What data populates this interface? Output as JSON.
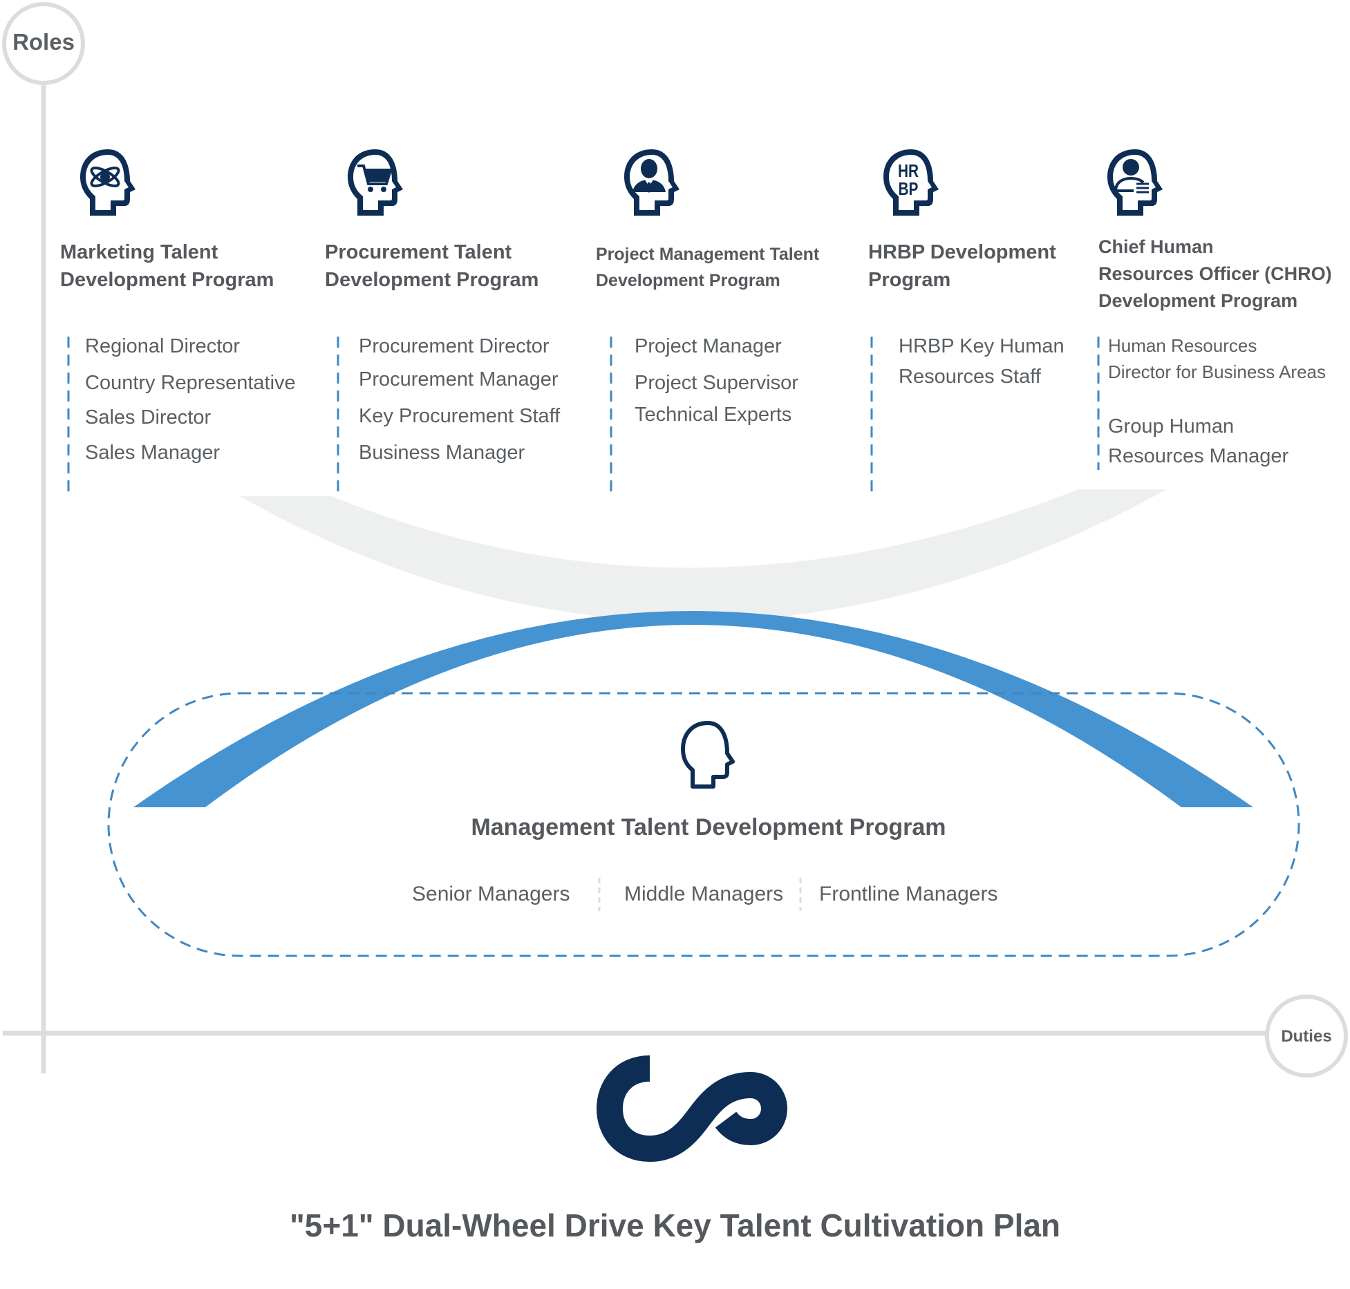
{
  "axes": {
    "roles_label": "Roles",
    "duties_label": "Duties"
  },
  "colors": {
    "navy": "#0e2d54",
    "blue_arc": "#4593d0",
    "dashed_line": "#3f87c4",
    "grey_arc": "#eeefef",
    "axis_grey": "#dcdcdc",
    "text": "#55595d"
  },
  "programs": [
    {
      "icon": "head-atom-icon",
      "title_lines": [
        "Marketing Talent",
        "Development Program"
      ],
      "roles": [
        "Regional Director",
        "Country Representative",
        "Sales Director",
        "Sales Manager"
      ]
    },
    {
      "icon": "head-cart-icon",
      "title_lines": [
        "Procurement Talent",
        "Development Program"
      ],
      "roles": [
        "Procurement Director",
        "Procurement Manager",
        "Key Procurement Staff",
        "Business Manager"
      ]
    },
    {
      "icon": "head-businessman-icon",
      "title_lines": [
        "Project Management Talent",
        "Development Program"
      ],
      "roles": [
        "Project Manager",
        "Project Supervisor",
        "Technical Experts"
      ]
    },
    {
      "icon": "head-hrbp-icon",
      "icon_text": [
        "HR",
        "BP"
      ],
      "title_lines": [
        "HRBP Development",
        "Program"
      ],
      "roles": [
        "HRBP Key Human",
        "Resources Staff"
      ]
    },
    {
      "icon": "head-person-document-icon",
      "title_lines": [
        "Chief Human",
        "Resources Officer (CHRO)",
        "Development Program"
      ],
      "roles": [
        "Human Resources",
        "Director for Business Areas",
        "Group Human",
        "Resources Manager"
      ]
    }
  ],
  "management": {
    "icon": "head-outline-icon",
    "title": "Management Talent Development Program",
    "levels": [
      "Senior Managers",
      "Middle Managers",
      "Frontline Managers"
    ]
  },
  "infinity_icon": "infinity-icon",
  "main_title": "\"5+1\" Dual-Wheel Drive Key Talent Cultivation Plan"
}
